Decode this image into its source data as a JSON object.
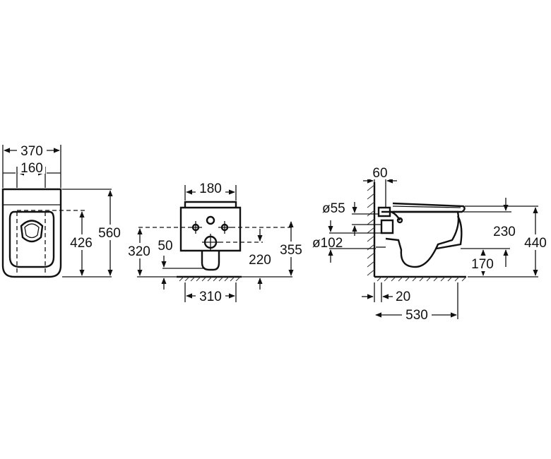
{
  "front_view": {
    "dim_width_total": "370",
    "dim_width_fixing": "160",
    "dim_height_fixing": "426",
    "dim_height_total": "560"
  },
  "back_view": {
    "dim_top_width": "180",
    "dim_left_height": "320",
    "dim_inner_height": "50",
    "dim_right_inner_height": "220",
    "dim_right_height": "355",
    "dim_base_width": "310"
  },
  "side_view": {
    "dim_top_offset": "60",
    "dim_pipe_small": "ø55",
    "dim_pipe_large": "ø102",
    "dim_height_upper": "230",
    "dim_height_total": "440",
    "dim_height_lower": "170",
    "dim_wall_offset": "20",
    "dim_depth": "530"
  }
}
